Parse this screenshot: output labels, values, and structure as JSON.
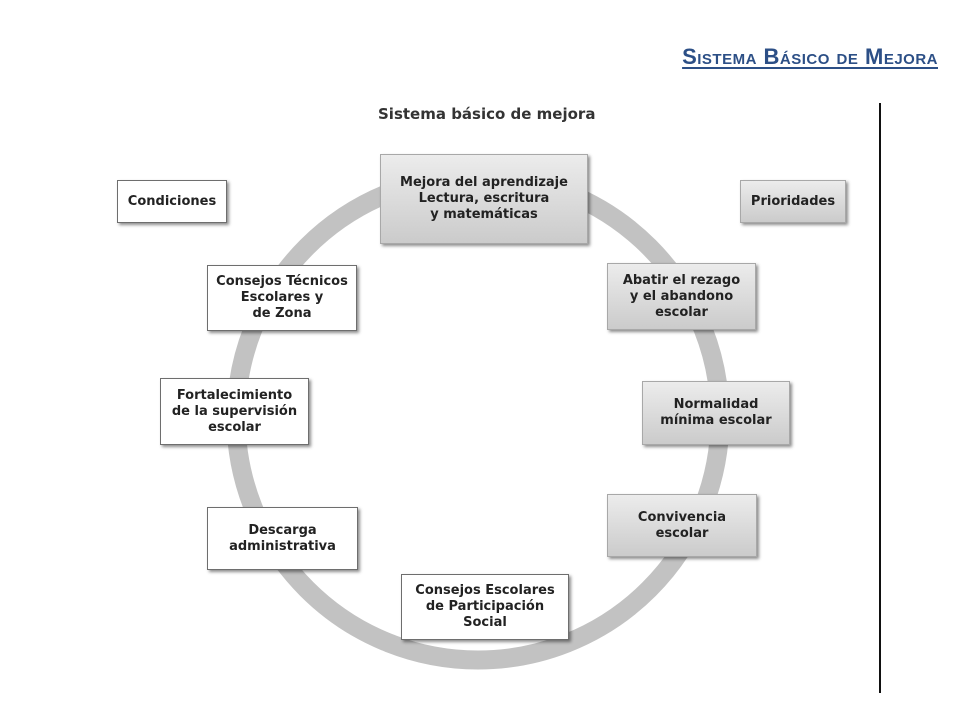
{
  "slide": {
    "title": "Sistema Básico de Mejora",
    "accent_color": "#2c4f86"
  },
  "diagram": {
    "title": "Sistema básico de mejora",
    "ring_color": "#c2c2c2",
    "conditions_label": "Condiciones",
    "priorities_label": "Prioridades",
    "center_top": "Mejora del aprendizaje\nLectura, escritura\ny matemáticas",
    "priorities": [
      "Abatir el rezago\ny el abandono\nescolar",
      "Normalidad\nmínima escolar",
      "Convivencia\nescolar"
    ],
    "bottom": "Consejos Escolares\nde Participación\nSocial",
    "conditions": [
      "Descarga\nadministrativa",
      "Fortalecimiento\nde la supervisión\nescolar",
      "Consejos Técnicos\nEscolares y\nde Zona"
    ]
  }
}
